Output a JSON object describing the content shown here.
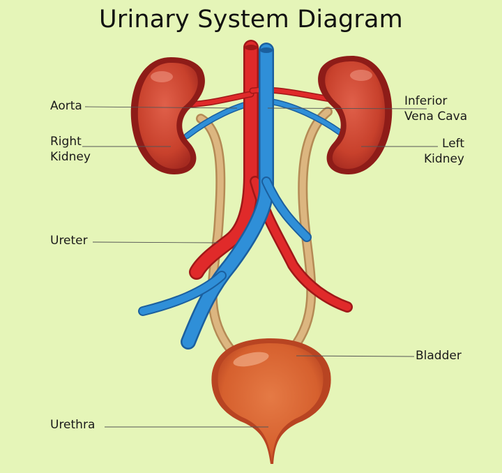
{
  "title": "Urinary System Diagram",
  "labels": {
    "aorta": "Aorta",
    "right_kidney_1": "Right",
    "right_kidney_2": "Kidney",
    "ureter": "Ureter",
    "urethra": "Urethra",
    "ivc_1": "Inferior",
    "ivc_2": "Vena Cava",
    "left_kidney_1": "Left",
    "left_kidney_2": "Kidney",
    "bladder": "Bladder"
  },
  "colors": {
    "background": "#e5f5b8",
    "kidney": "#c8412c",
    "kidney_outline": "#8e1c18",
    "artery": "#e02a2a",
    "vein": "#2f8fd8",
    "ureter": "#d9b27a",
    "bladder": "#d6602e"
  }
}
